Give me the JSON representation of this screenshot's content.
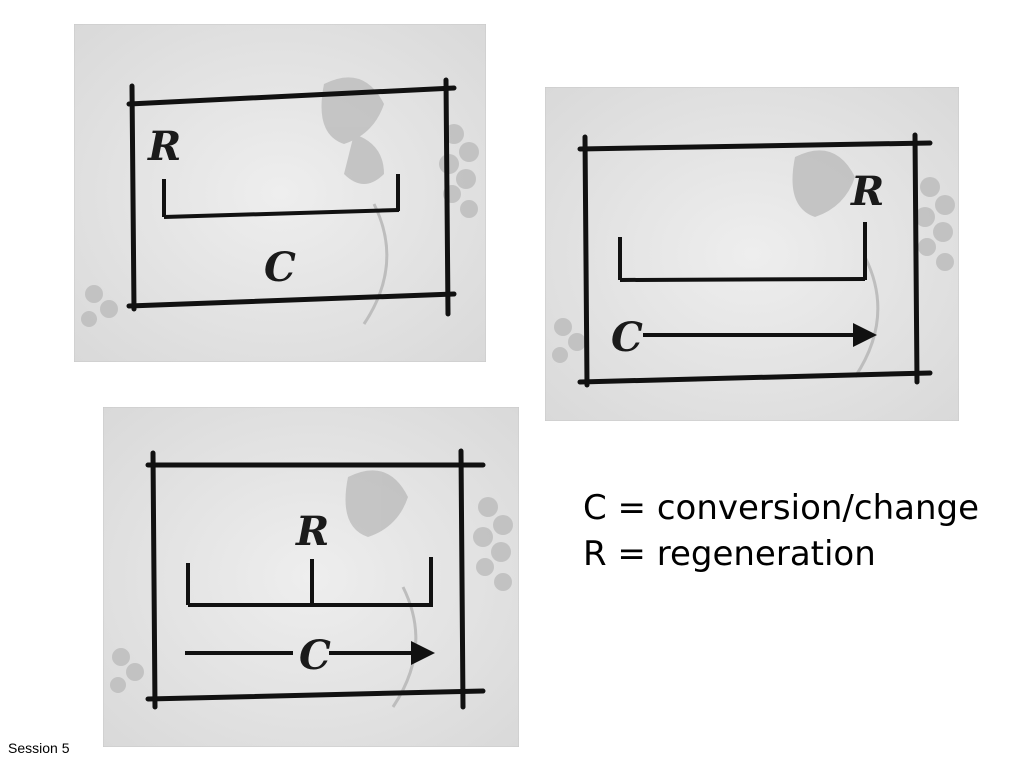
{
  "colors": {
    "panel_bg": "#e6e6e6",
    "panel_edge": "#cfcfcf",
    "ink": "#1a1a1a",
    "vine": "#b8b8b8"
  },
  "panels": [
    {
      "id": "panel-1",
      "r_label": "R",
      "c_label": "C"
    },
    {
      "id": "panel-2",
      "r_label": "R",
      "c_label": "C"
    },
    {
      "id": "panel-3",
      "r_label": "R",
      "c_label": "C"
    }
  ],
  "legend": {
    "line1": "C = conversion/change",
    "line2": "R = regeneration"
  },
  "footer": {
    "session": "Session 5"
  }
}
